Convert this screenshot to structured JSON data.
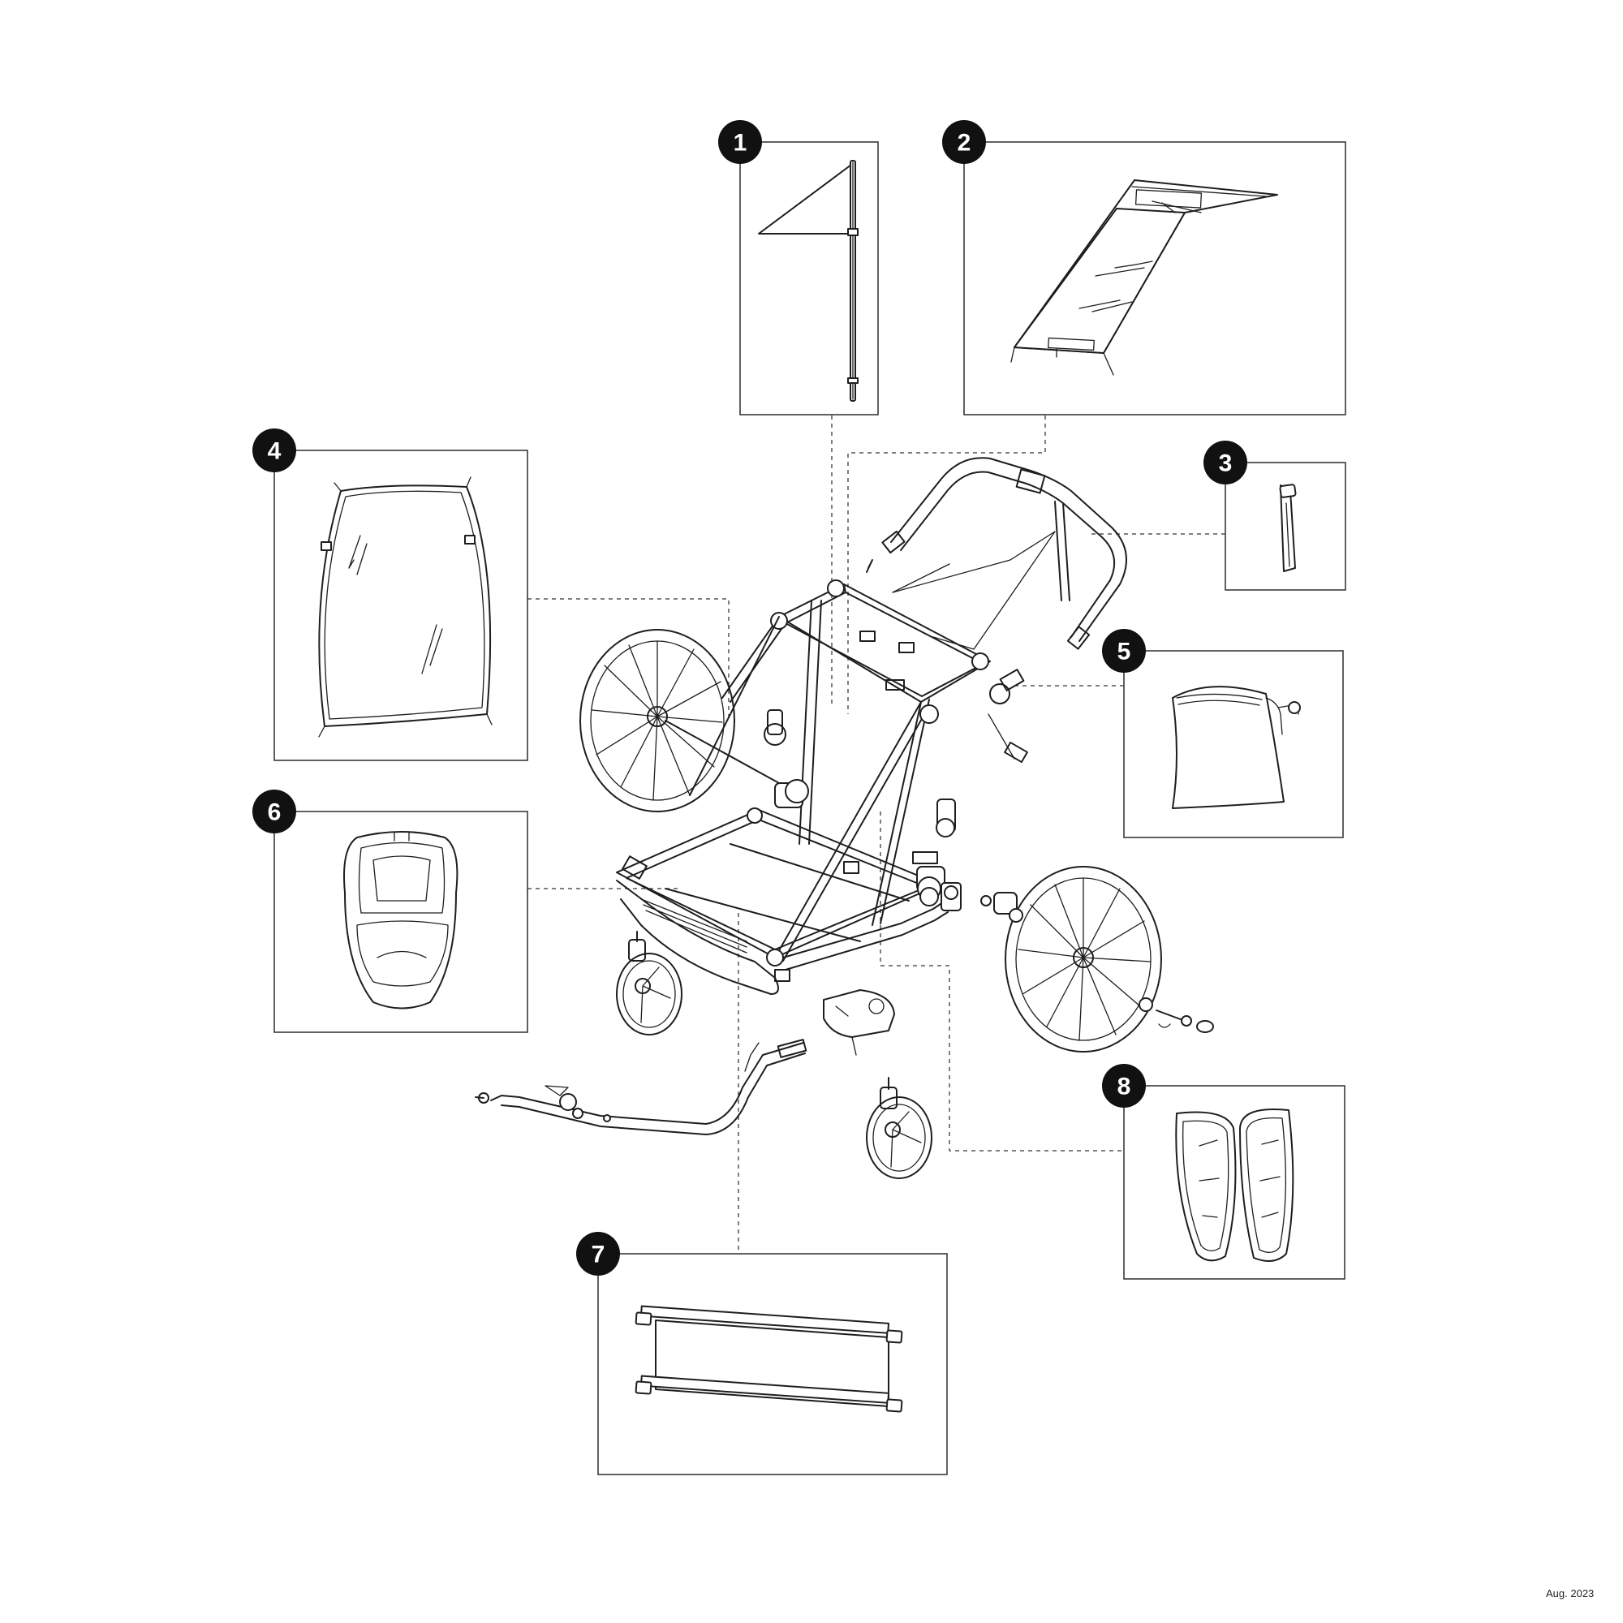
{
  "callouts": {
    "c1": "1",
    "c2": "2",
    "c3": "3",
    "c4": "4",
    "c5": "5",
    "c6": "6",
    "c7": "7",
    "c8": "8"
  },
  "parts": [
    {
      "number": "1",
      "icon": "safety-flag-icon"
    },
    {
      "number": "2",
      "icon": "sun-shade-canopy-icon"
    },
    {
      "number": "3",
      "icon": "wrist-strap-icon"
    },
    {
      "number": "4",
      "icon": "rain-cover-icon"
    },
    {
      "number": "5",
      "icon": "storage-bag-icon"
    },
    {
      "number": "6",
      "icon": "seat-padding-icon"
    },
    {
      "number": "7",
      "icon": "cargo-net-icon"
    },
    {
      "number": "8",
      "icon": "side-pads-icon"
    }
  ],
  "footer": {
    "date": "Aug. 2023"
  }
}
